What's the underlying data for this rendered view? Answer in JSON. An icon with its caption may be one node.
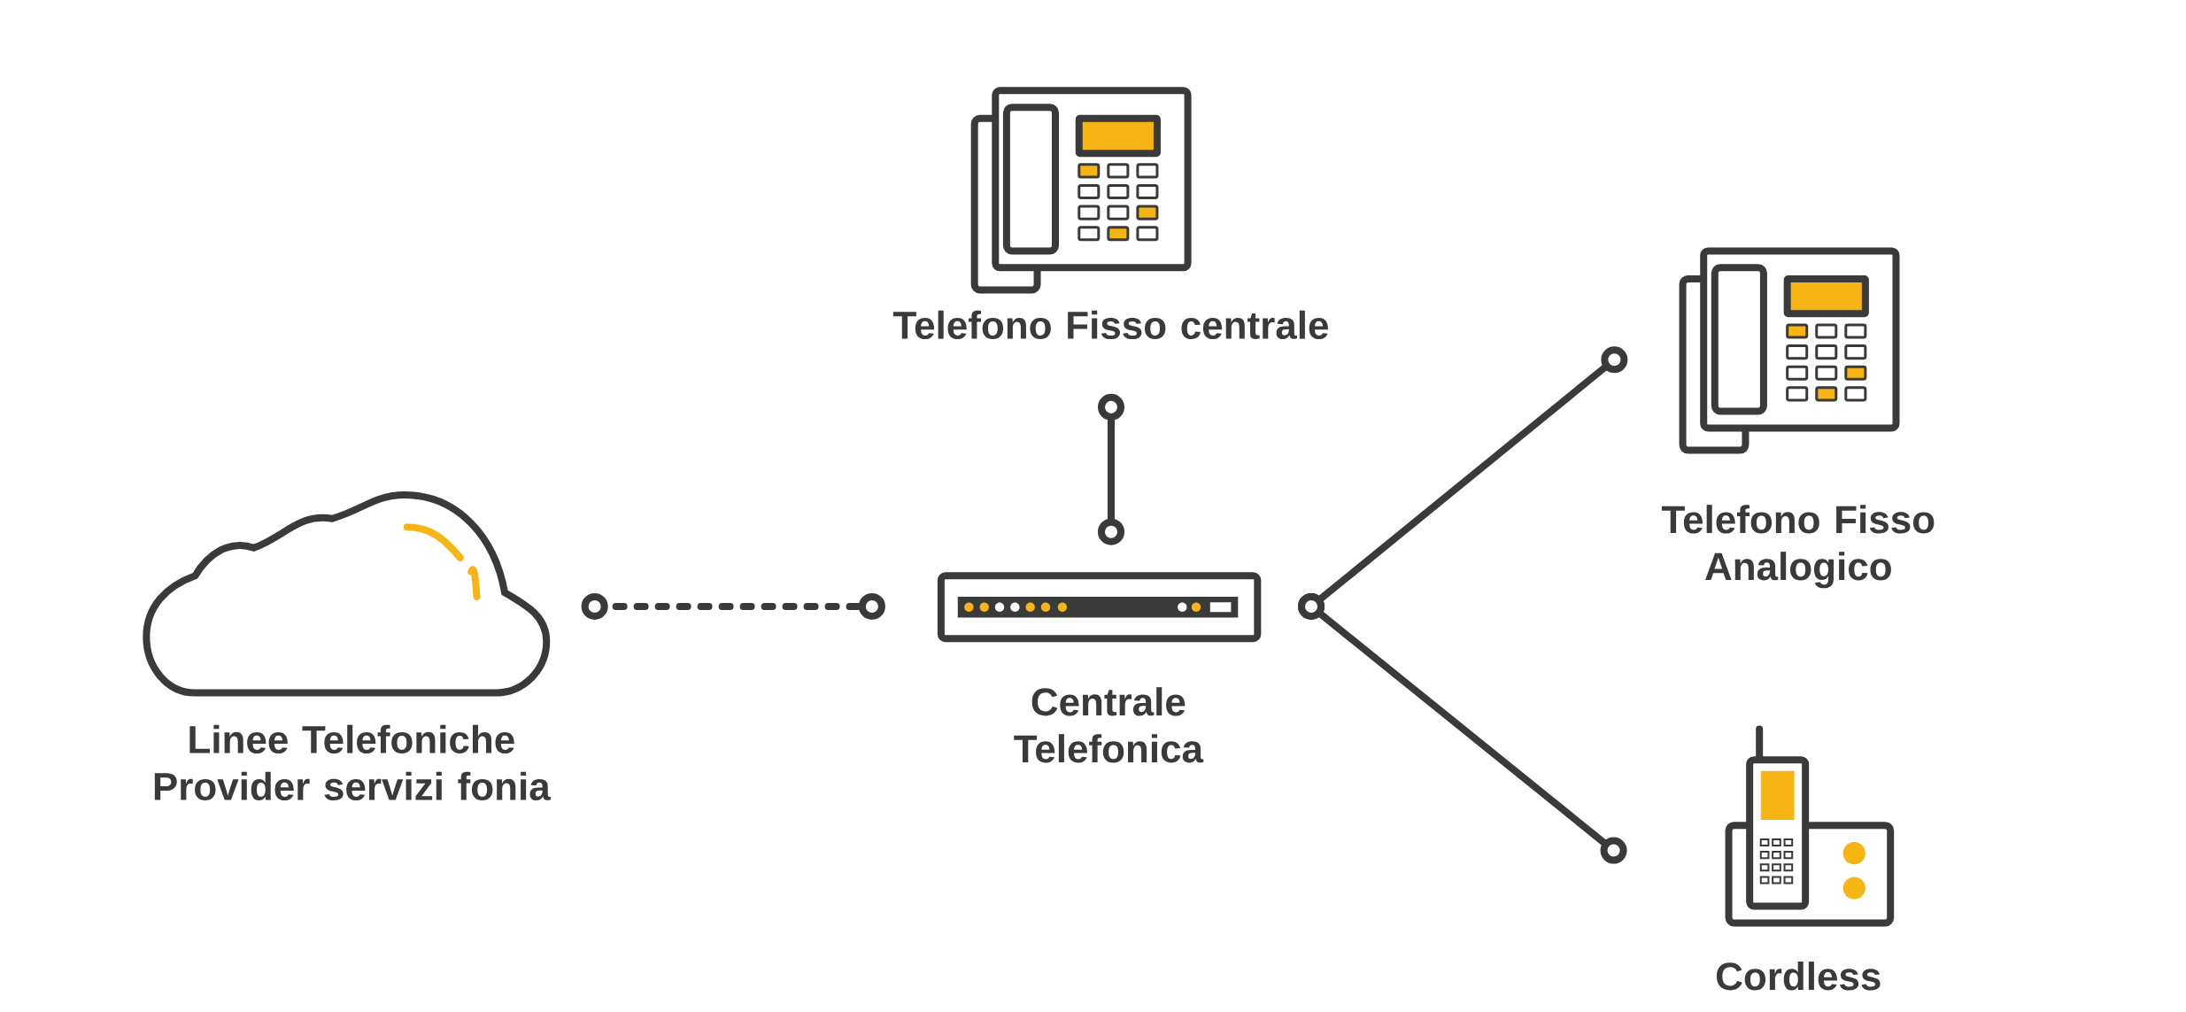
{
  "diagram": {
    "nodes": [
      {
        "text": [
          "Linee Telefoniche Provider servizi fonia"
        ]
      },
      {
        "text": [
          "Centrale Telefonica"
        ]
      },
      {
        "text": [
          "Telefono Fisso centrale"
        ]
      },
      {
        "text": [
          "Telefono Fisso Analogico"
        ]
      },
      {
        "text": [
          "Cordless"
        ]
      }
    ],
    "edges": [
      {
        "from": 0,
        "to": 1,
        "arrow": "other",
        "style": "dashed"
      },
      {
        "from": 1,
        "to": 2,
        "arrow": "other"
      },
      {
        "from": 1,
        "to": 3,
        "arrow": "other"
      },
      {
        "from": 1,
        "to": 4,
        "arrow": "other"
      }
    ]
  }
}
